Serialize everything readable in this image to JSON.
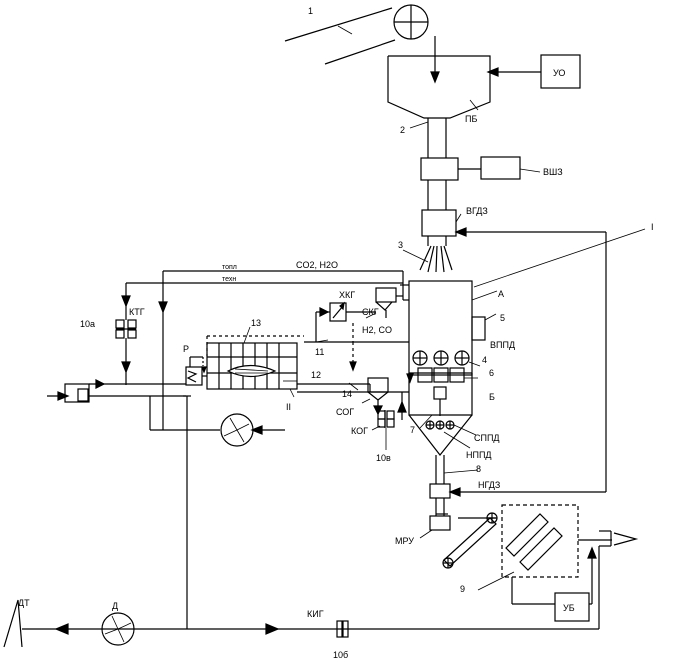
{
  "labels": {
    "n1": "1",
    "n2": "2",
    "n3": "3",
    "n4": "4",
    "n5": "5",
    "n6": "6",
    "n7": "7",
    "n8": "8",
    "n9": "9",
    "n10a": "10а",
    "n10b": "10б",
    "n10v": "10в",
    "n11": "11",
    "n12": "12",
    "n13": "13",
    "n14": "14",
    "roman1": "I",
    "roman2": "II",
    "uo": "УО",
    "pb": "ПБ",
    "vshz": "ВШЗ",
    "vgdz": "ВГДЗ",
    "a": "А",
    "b": "Б",
    "vppd": "ВППД",
    "sppd": "СППД",
    "nppd": "НППД",
    "ngdz": "НГДЗ",
    "mru": "МРУ",
    "ub": "УБ",
    "ktg": "КТГ",
    "kig": "КИГ",
    "kog": "КОГ",
    "sog": "СОГ",
    "skg": "СКГ",
    "hkg": "ХКГ",
    "dt": "ДТ",
    "d": "Д",
    "r": "Р",
    "gas_co2": "CO2, H2O",
    "gas_h2": "H2, CO",
    "topl": "топл",
    "tehn": "техн"
  }
}
